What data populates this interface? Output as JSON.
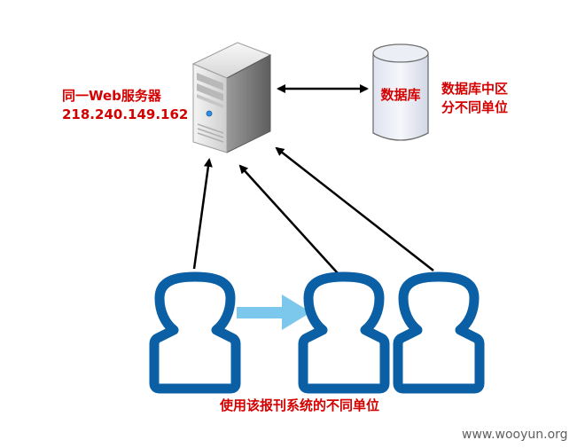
{
  "server": {
    "label_line1": "同一Web服务器",
    "label_line2": "218.240.149.162"
  },
  "database": {
    "label": "数据库",
    "note_line1": "数据库中区",
    "note_line2": "分不同单位"
  },
  "users": {
    "caption": "使用该报刊系统的不同单位"
  },
  "watermark": "www.wooyun.org",
  "colors": {
    "label_red": "#d40000",
    "user_icon_blue": "#0a5fa5",
    "transfer_arrow": "#7cc8ec",
    "connector": "#000000"
  },
  "icons": {
    "server": "server-tower-icon",
    "database": "database-cylinder-icon",
    "user": "user-icon"
  }
}
